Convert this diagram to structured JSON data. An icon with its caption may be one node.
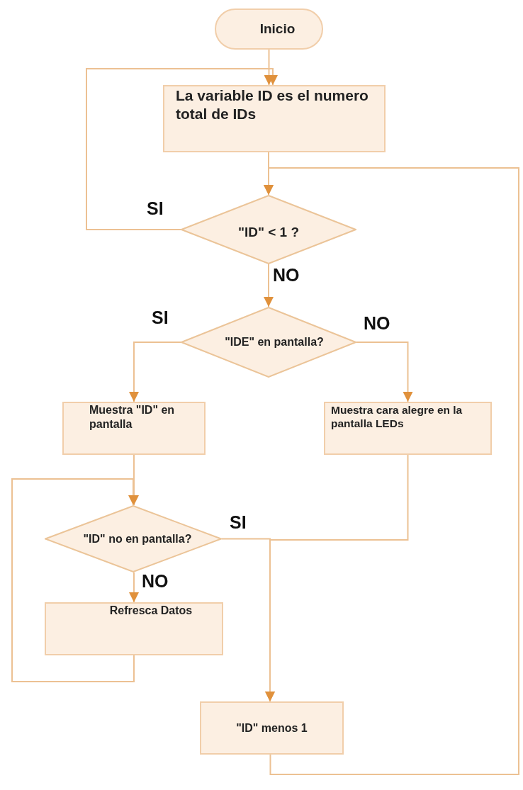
{
  "diagram": {
    "nodes": [
      {
        "text": [
          "Inicio"
        ]
      },
      {
        "text": [
          "La variable ID es el numero total de IDs"
        ]
      },
      {
        "text": [
          "\"ID\" < 1 ?"
        ]
      },
      {
        "text": [
          "\"IDE\" en pantalla?"
        ]
      },
      {
        "text": [
          "Muestra \"ID\" en pantalla"
        ]
      },
      {
        "text": [
          "Muestra cara alegre en la pantalla LEDs"
        ]
      },
      {
        "text": [
          "\"ID\" no en pantalla?"
        ]
      },
      {
        "text": [
          "Refresca Datos"
        ]
      },
      {
        "text": [
          "\"ID\" menos 1"
        ]
      }
    ],
    "edges": [
      {
        "from": 0,
        "to": 1,
        "arrow": "to"
      },
      {
        "from": 1,
        "to": 2,
        "arrow": "to"
      },
      {
        "from": 2,
        "to": 1,
        "arrow": "to",
        "label": "SI"
      },
      {
        "from": 2,
        "to": 3,
        "arrow": "to",
        "label": "NO"
      },
      {
        "from": 3,
        "to": 4,
        "arrow": "to",
        "label": "SI"
      },
      {
        "from": 3,
        "to": 5,
        "arrow": "to",
        "label": "NO"
      },
      {
        "from": 4,
        "to": 6,
        "arrow": "to"
      },
      {
        "from": 5,
        "to": 8,
        "arrow": "to"
      },
      {
        "from": 6,
        "to": 8,
        "arrow": "to",
        "label": "SI"
      },
      {
        "from": 6,
        "to": 7,
        "arrow": "to",
        "label": "NO"
      },
      {
        "from": 7,
        "to": 6,
        "arrow": "to"
      },
      {
        "from": 8,
        "to": 2,
        "arrow": "to"
      }
    ]
  }
}
